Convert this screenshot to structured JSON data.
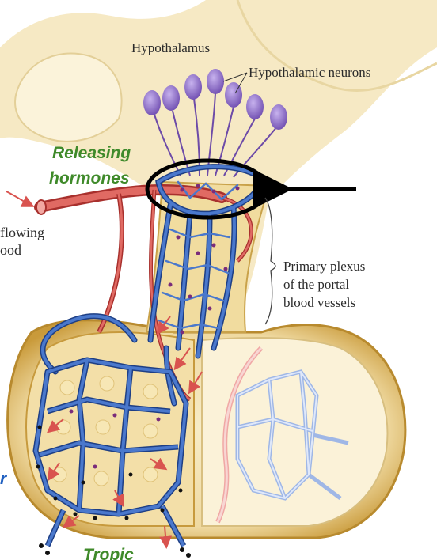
{
  "labels": {
    "hypothalamus": "Hypothalamus",
    "hypothalamic_neurons": "Hypothalamic neurons",
    "releasing_line1": "Releasing",
    "releasing_line2": "hormones",
    "inflow_line1": "flowing",
    "inflow_line2": "ood",
    "plexus_line1": "Primary plexus",
    "plexus_line2": "of the portal",
    "plexus_line3": "blood vessels",
    "tropic": "Tropic",
    "cut_letter": "r"
  },
  "colors": {
    "tissue": "#f3e3b3",
    "tissue_dark": "#c9a24a",
    "artery": "#d9534f",
    "vein": "#2f5fb0",
    "vein_light": "#9fb7e6",
    "neuron": "#8f6cc9",
    "green_text": "#3f8a2a",
    "blue_text": "#1f5fc0",
    "highlight": "#000000"
  }
}
